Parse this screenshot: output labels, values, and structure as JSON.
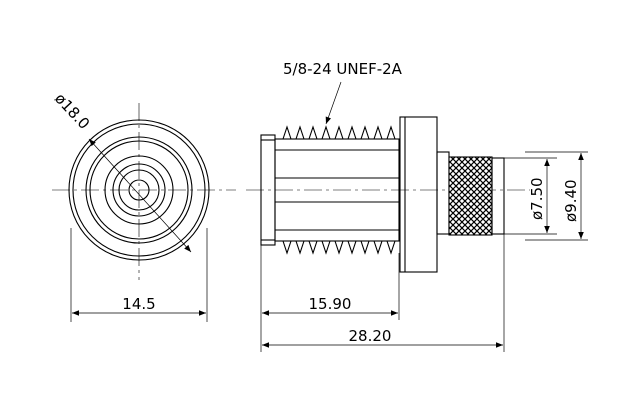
{
  "drawing": {
    "thread_spec": "5/8-24 UNEF-2A",
    "dims": {
      "face_diameter": "ø18.0",
      "face_width": "14.5",
      "thread_length": "15.90",
      "overall_length": "28.20",
      "inner_diameter": "ø7.50",
      "outer_diameter": "ø9.40"
    }
  }
}
